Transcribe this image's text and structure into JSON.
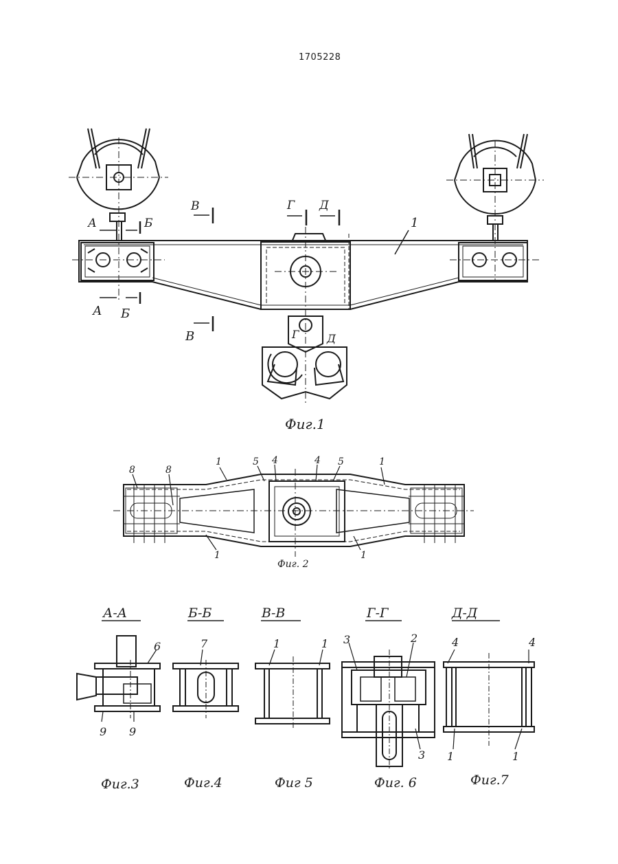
{
  "header": {
    "patent_number": "1705228"
  },
  "figure1": {
    "caption": "Фиг.1",
    "labels": {
      "part1": "1",
      "A": "А",
      "B": "Б",
      "V": "В",
      "G": "Г",
      "D": "Д"
    }
  },
  "figure2": {
    "caption": "Фиг. 2",
    "labels": {
      "n1": "1",
      "n4": "4",
      "n5": "5",
      "n8": "8"
    }
  },
  "sections": [
    {
      "title": "А-А",
      "caption": "Фиг.3",
      "labels": {
        "n6": "6",
        "n9": "9"
      }
    },
    {
      "title": "Б-Б",
      "caption": "Фиг.4",
      "labels": {
        "n7": "7"
      }
    },
    {
      "title": "В-В",
      "caption": "Фиг 5",
      "labels": {
        "n1": "1"
      }
    },
    {
      "title": "Г-Г",
      "caption": "Фиг. 6",
      "labels": {
        "n2": "2",
        "n3": "3"
      }
    },
    {
      "title": "Д-Д",
      "caption": "Фиг.7",
      "labels": {
        "n1": "1",
        "n4": "4"
      }
    }
  ]
}
